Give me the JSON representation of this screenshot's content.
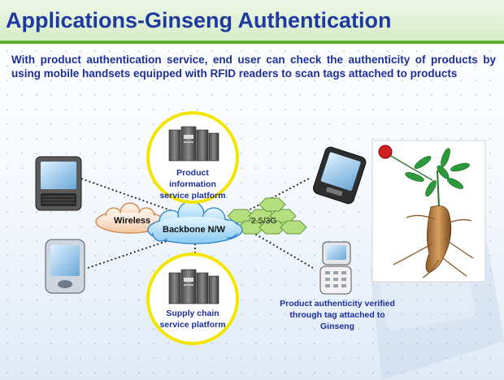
{
  "slide": {
    "title": "Applications-Ginseng Authentication",
    "intro": "With product authentication service, end user can check the authenticity of products by using mobile handsets equipped with RFID readers to scan tags attached to products"
  },
  "diagram": {
    "backbone_label": "Backbone N/W",
    "wireless_label": "Wireless",
    "mobile_net_label": "2.5/3G",
    "product_info_platform": "Product information service platform",
    "supply_chain_platform": "Supply chain service platform",
    "verified_caption": "Product authenticity verified through tag attached to Ginseng"
  },
  "colors": {
    "title": "#1e3aa0",
    "text": "#1c2f9c",
    "accent_green": "#5fae2b",
    "circle_border": "#f2e600"
  }
}
